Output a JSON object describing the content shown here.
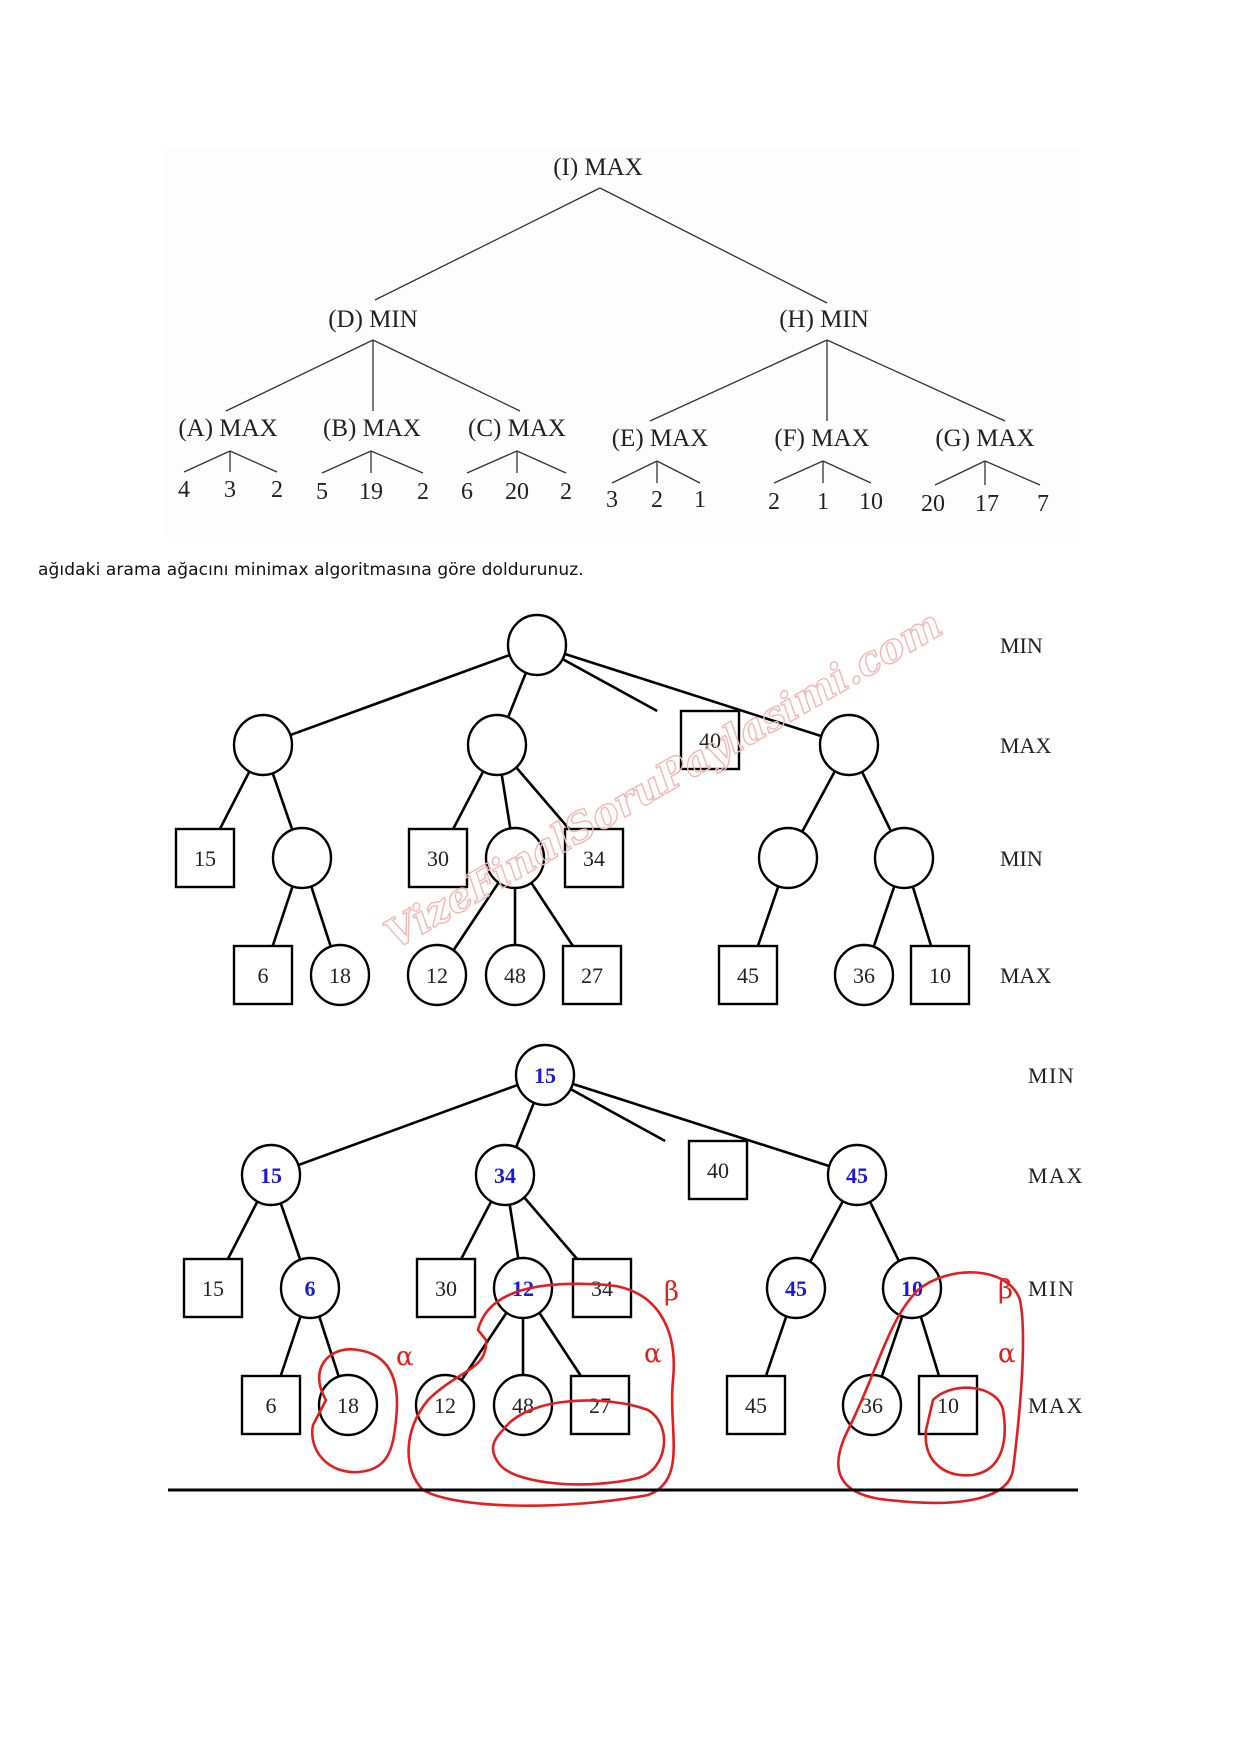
{
  "figure1": {
    "root": {
      "id": "I",
      "label": "(I) MAX"
    },
    "min_nodes": [
      {
        "id": "D",
        "label": "(D) MIN"
      },
      {
        "id": "H",
        "label": "(H) MIN"
      }
    ],
    "max_nodes": [
      {
        "id": "A",
        "label": "(A) MAX",
        "parent": "D",
        "leaves": [
          "4",
          "3",
          "2"
        ]
      },
      {
        "id": "B",
        "label": "(B) MAX",
        "parent": "D",
        "leaves": [
          "5",
          "19",
          "2"
        ]
      },
      {
        "id": "C",
        "label": "(C) MAX",
        "parent": "D",
        "leaves": [
          "6",
          "20",
          "2"
        ]
      },
      {
        "id": "E",
        "label": "(E) MAX",
        "parent": "H",
        "leaves": [
          "3",
          "2",
          "1"
        ]
      },
      {
        "id": "F",
        "label": "(F) MAX",
        "parent": "H",
        "leaves": [
          "2",
          "1",
          "10"
        ]
      },
      {
        "id": "G",
        "label": "(G) MAX",
        "parent": "H",
        "leaves": [
          "20",
          "17",
          "7"
        ]
      }
    ]
  },
  "instruction": "ağıdaki arama ağacını minimax algoritmasına göre doldurunuz.",
  "level_labels": [
    "MIN",
    "MAX",
    "MIN",
    "MAX"
  ],
  "watermark": "VizeFinalSoruPaylasimi.com",
  "figure2": {
    "nodes": {
      "root": "",
      "l1a": "",
      "l1b": "",
      "l1c": "40",
      "l1d": "",
      "l2a": "15",
      "l2b": "",
      "l2c": "30",
      "l2d": "",
      "l2e": "34",
      "l2f": "",
      "l2g": "",
      "l3a": "6",
      "l3b": "18",
      "l3c": "12",
      "l3d": "48",
      "l3e": "27",
      "l3f": "45",
      "l3g": "36",
      "l3h": "10"
    }
  },
  "figure3": {
    "nodes": {
      "root": "15",
      "l1a": "15",
      "l1b": "34",
      "l1c": "40",
      "l1d": "45",
      "l2a": "15",
      "l2b": "6",
      "l2c": "30",
      "l2d": "12",
      "l2e": "34",
      "l2f": "45",
      "l2g": "10",
      "l3a": "6",
      "l3b": "18",
      "l3c": "12",
      "l3d": "48",
      "l3e": "27",
      "l3f": "45",
      "l3g": "36",
      "l3h": "10"
    },
    "computed_color": "#1a1adb",
    "prune_color": "#e02020",
    "prune_marks": [
      {
        "symbol": "α",
        "target": "18"
      },
      {
        "symbol": "β",
        "target": "12, 34 subtree"
      },
      {
        "symbol": "α",
        "target": "48, 27"
      },
      {
        "symbol": "β",
        "target": "10 subtree"
      },
      {
        "symbol": "α",
        "target": "10"
      }
    ]
  }
}
